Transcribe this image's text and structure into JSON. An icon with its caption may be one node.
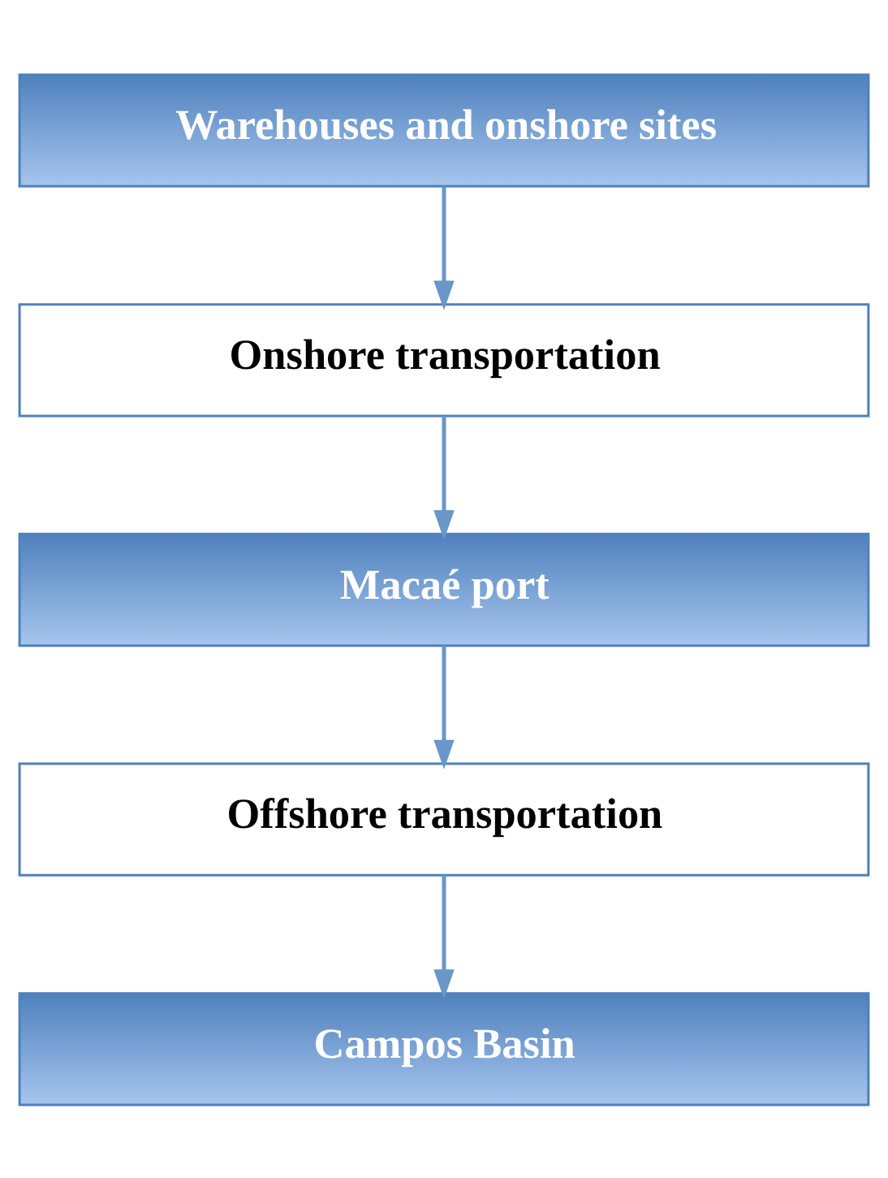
{
  "diagram": {
    "nodes": [
      {
        "text": [
          "Warehouses and onshore sites"
        ]
      },
      {
        "text": [
          "Onshore transportation"
        ]
      },
      {
        "text": [
          "Macaé port"
        ]
      },
      {
        "text": [
          "Offshore transportation"
        ]
      },
      {
        "text": [
          "Campos Basin"
        ]
      }
    ],
    "edges": [
      {
        "from": 0,
        "to": 1,
        "arrow": "to"
      },
      {
        "from": 1,
        "to": 2,
        "arrow": "to"
      },
      {
        "from": 2,
        "to": 3,
        "arrow": "to"
      },
      {
        "from": 3,
        "to": 4,
        "arrow": "to"
      }
    ]
  }
}
